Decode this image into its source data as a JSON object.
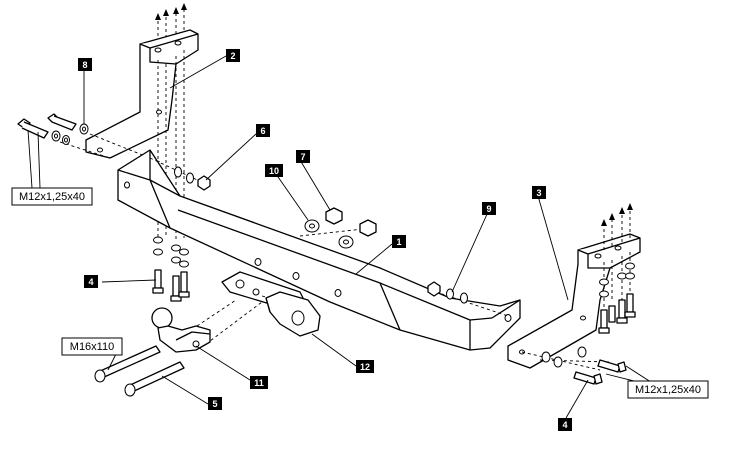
{
  "callouts": {
    "c1": "1",
    "c2": "2",
    "c3": "3",
    "c4a": "4",
    "c4b": "4",
    "c5": "5",
    "c6": "6",
    "c7": "7",
    "c8": "8",
    "c9": "9",
    "c10": "10",
    "c11": "11",
    "c12": "12"
  },
  "specs": {
    "bolt_left": "M12x1,25x40",
    "bolt_right": "M12x1,25x40",
    "ball_bolt": "M16x110"
  }
}
